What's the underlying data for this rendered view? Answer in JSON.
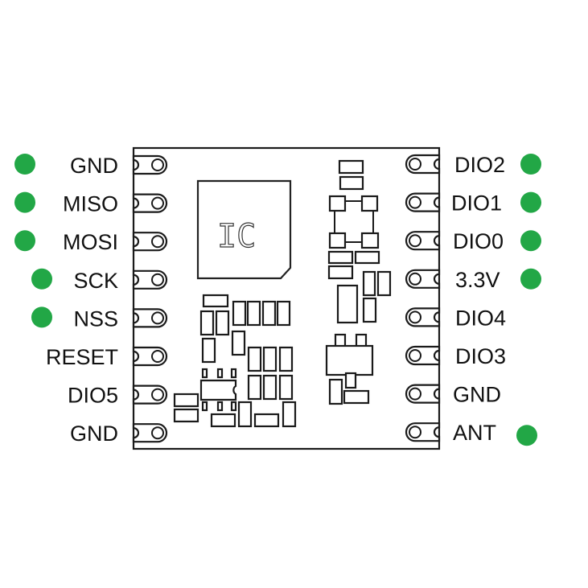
{
  "diagram": {
    "title": "RF module pinout",
    "ic_label": "IC",
    "indicator_color": "#22a746",
    "left_pins": [
      {
        "label": "GND",
        "marked": true
      },
      {
        "label": "MISO",
        "marked": true
      },
      {
        "label": "MOSI",
        "marked": true
      },
      {
        "label": "SCK",
        "marked": true
      },
      {
        "label": "NSS",
        "marked": true
      },
      {
        "label": "RESET",
        "marked": false
      },
      {
        "label": "DIO5",
        "marked": false
      },
      {
        "label": "GND",
        "marked": false
      }
    ],
    "right_pins": [
      {
        "label": "DIO2",
        "marked": true
      },
      {
        "label": "DIO1",
        "marked": true
      },
      {
        "label": "DIO0",
        "marked": true
      },
      {
        "label": "3.3V",
        "marked": true
      },
      {
        "label": "DIO4",
        "marked": false
      },
      {
        "label": "DIO3",
        "marked": false
      },
      {
        "label": "GND",
        "marked": false
      },
      {
        "label": "ANT",
        "marked": true
      }
    ]
  }
}
